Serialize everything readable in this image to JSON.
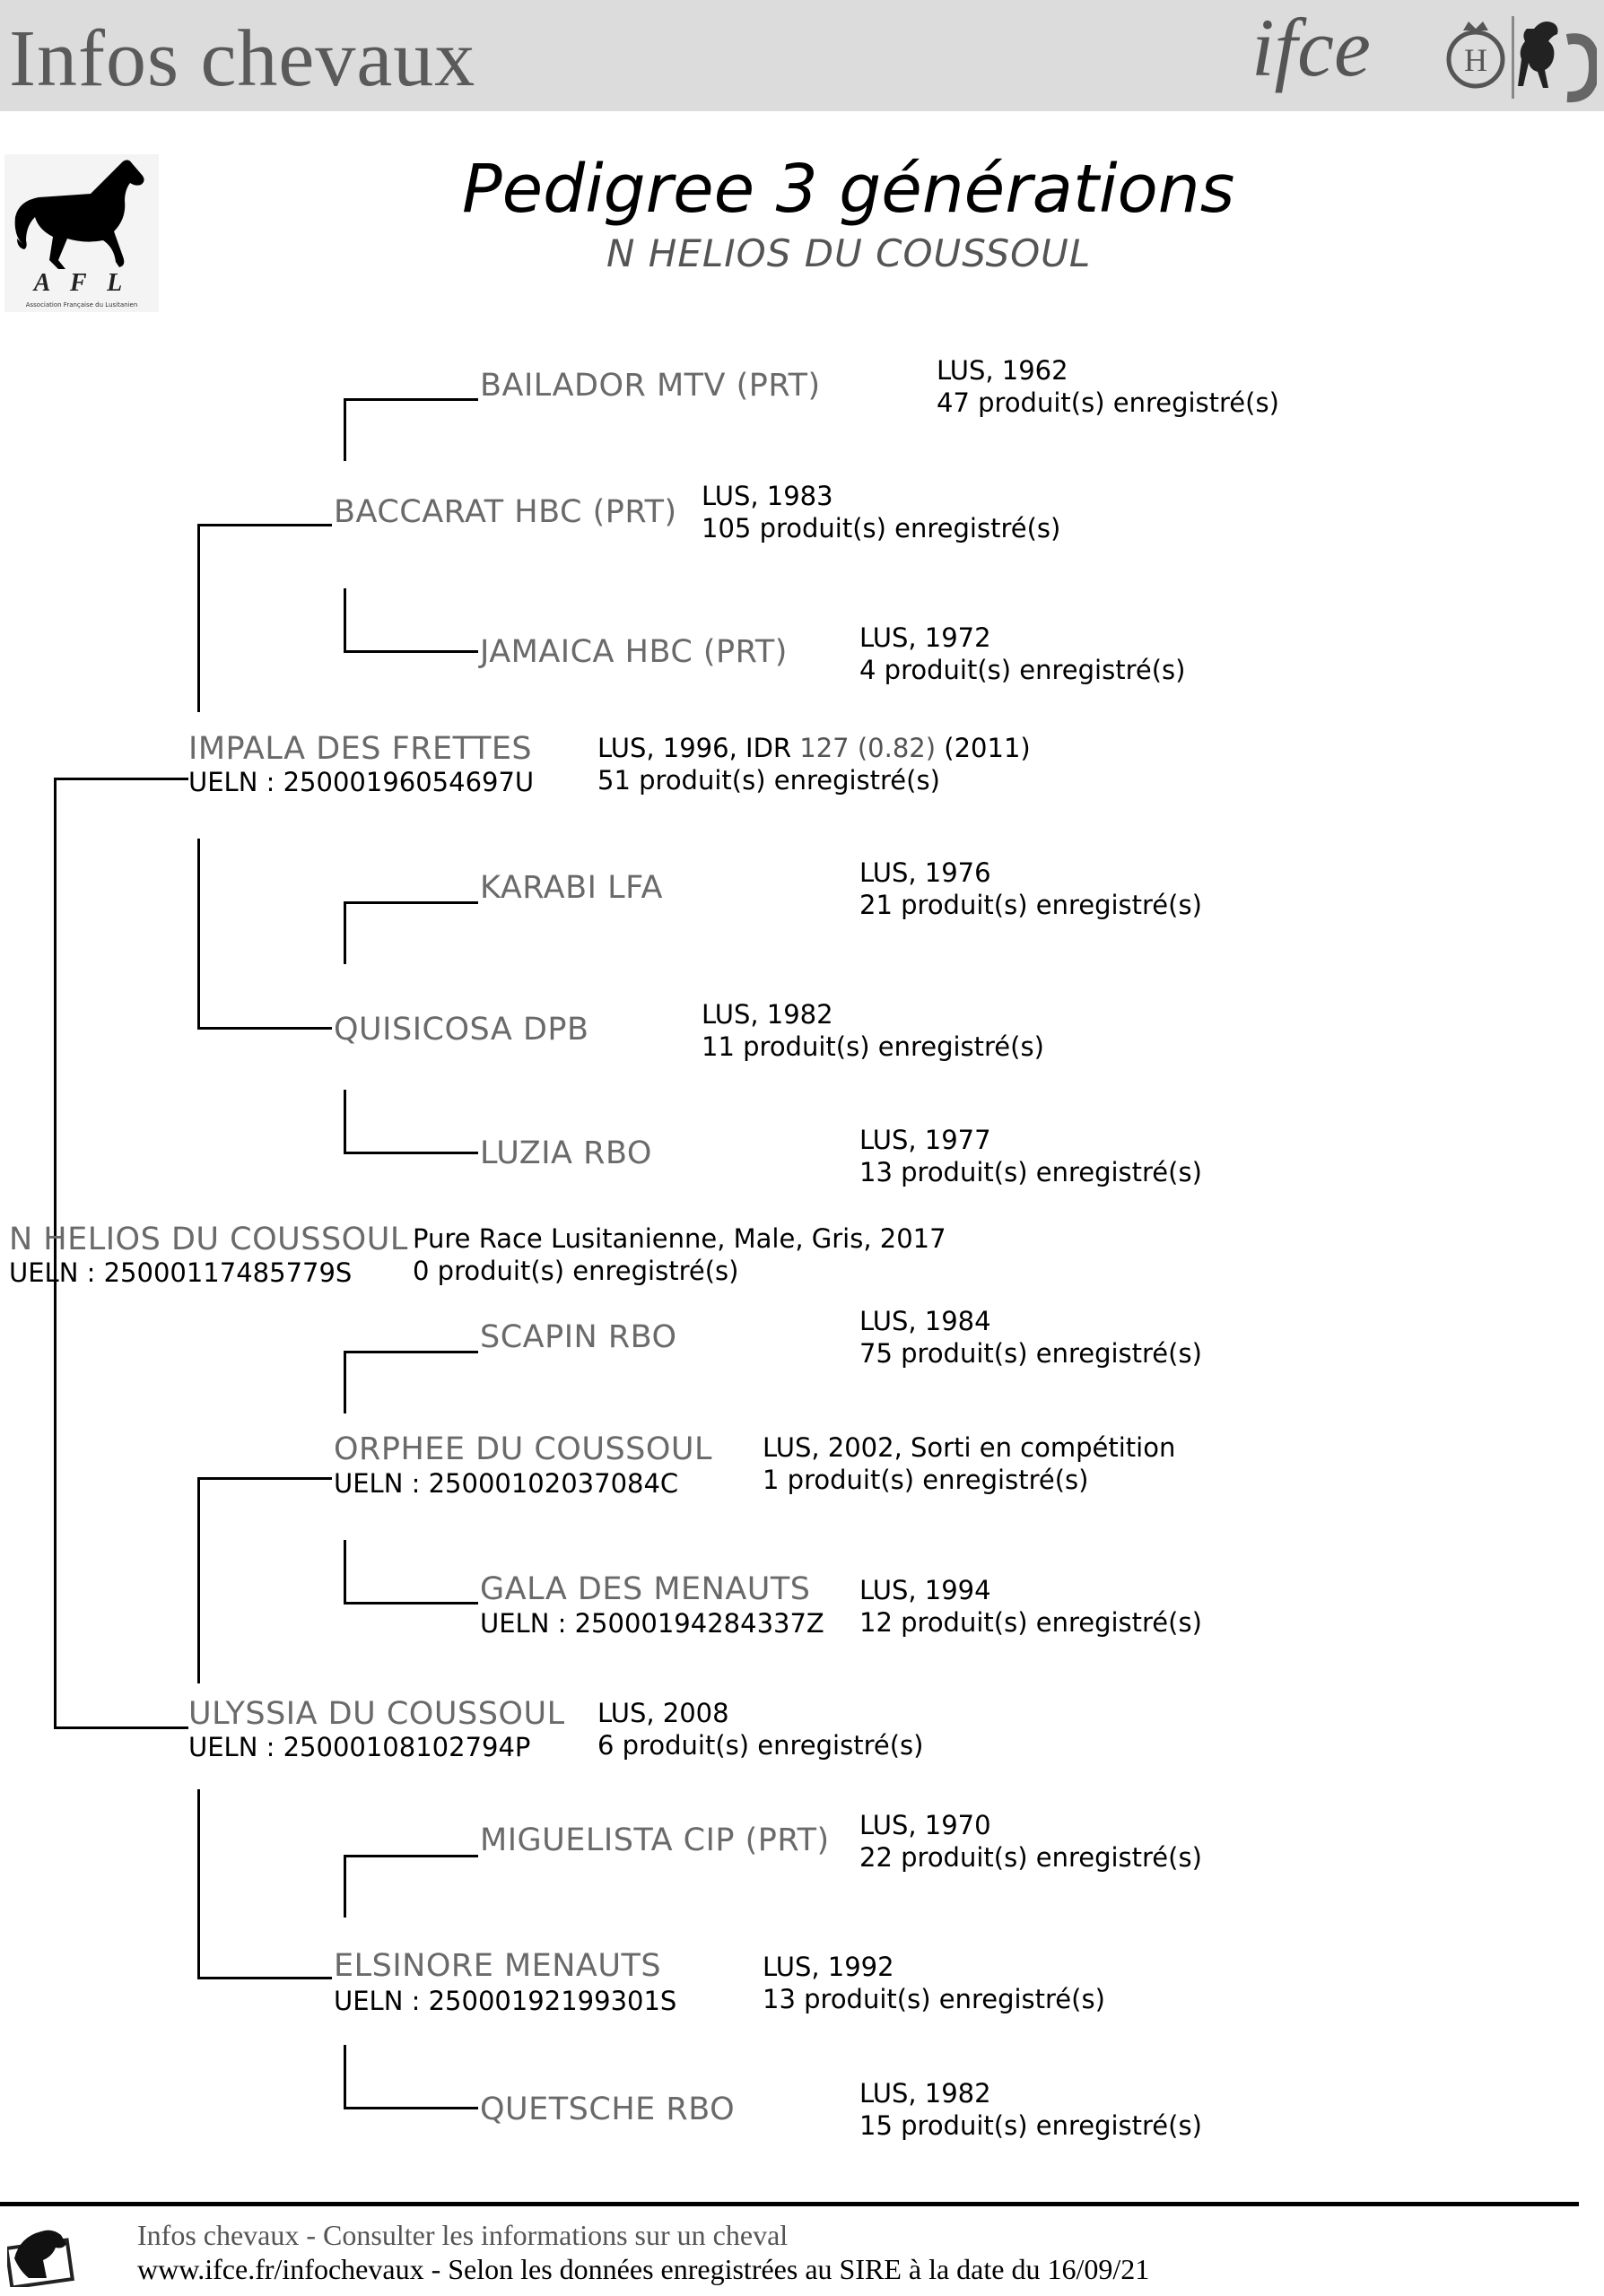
{
  "header": {
    "site_title": "Infos chevaux"
  },
  "document": {
    "title": "Pedigree 3 générations",
    "subtitle": "N HELIOS DU COUSSOUL"
  },
  "logos": {
    "ifce_text": "ifce",
    "afl_text": "A F L",
    "afl_caption": "Association Française du Lusitanien"
  },
  "pedigree": {
    "subject": {
      "name": "N HELIOS DU COUSSOUL",
      "ueln": "UELN : 25000117485779S",
      "info1": "Pure Race Lusitanienne, Male, Gris, 2017",
      "info2": "0 produit(s) enregistré(s)"
    },
    "sire": {
      "name": "IMPALA DES FRETTES",
      "ueln": "UELN : 25000196054697U",
      "info1_prefix": "LUS, 1996, IDR ",
      "idr_value": "127",
      "idr_coef": "(0.82)",
      "info1_suffix": " (2011)",
      "info2": "51 produit(s) enregistré(s)"
    },
    "sire_sire": {
      "name": "BACCARAT HBC (PRT)",
      "info1": "LUS, 1983",
      "info2": "105 produit(s) enregistré(s)"
    },
    "sire_sire_sire": {
      "name": "BAILADOR MTV (PRT)",
      "info1": "LUS, 1962",
      "info2": "47 produit(s) enregistré(s)"
    },
    "sire_sire_dam": {
      "name": "JAMAICA HBC (PRT)",
      "info1": "LUS, 1972",
      "info2": "4 produit(s) enregistré(s)"
    },
    "sire_dam": {
      "name": "QUISICOSA DPB",
      "info1": "LUS, 1982",
      "info2": "11 produit(s) enregistré(s)"
    },
    "sire_dam_sire": {
      "name": "KARABI LFA",
      "info1": "LUS, 1976",
      "info2": "21 produit(s) enregistré(s)"
    },
    "sire_dam_dam": {
      "name": "LUZIA RBO",
      "info1": "LUS, 1977",
      "info2": "13 produit(s) enregistré(s)"
    },
    "dam": {
      "name": "ULYSSIA DU COUSSOUL",
      "ueln": "UELN : 25000108102794P",
      "info1": "LUS, 2008",
      "info2": "6 produit(s) enregistré(s)"
    },
    "dam_sire": {
      "name": "ORPHEE DU COUSSOUL",
      "ueln": "UELN : 25000102037084C",
      "info1": "LUS, 2002, Sorti en compétition",
      "info2": "1 produit(s) enregistré(s)"
    },
    "dam_sire_sire": {
      "name": "SCAPIN RBO",
      "info1": "LUS, 1984",
      "info2": "75 produit(s) enregistré(s)"
    },
    "dam_sire_dam": {
      "name": "GALA DES MENAUTS",
      "ueln": "UELN : 25000194284337Z",
      "info1": "LUS, 1994",
      "info2": "12 produit(s) enregistré(s)"
    },
    "dam_dam": {
      "name": "ELSINORE MENAUTS",
      "ueln": "UELN : 25000192199301S",
      "info1": "LUS, 1992",
      "info2": "13 produit(s) enregistré(s)"
    },
    "dam_dam_sire": {
      "name": "MIGUELISTA CIP (PRT)",
      "info1": "LUS, 1970",
      "info2": "22 produit(s) enregistré(s)"
    },
    "dam_dam_dam": {
      "name": "QUETSCHE RBO",
      "info1": "LUS, 1982",
      "info2": "15 produit(s) enregistré(s)"
    }
  },
  "footer": {
    "line1": "Infos chevaux - Consulter les informations sur un cheval",
    "line2": "www.ifce.fr/infochevaux - Selon les données enregistrées au SIRE à la date du 16/09/21"
  }
}
